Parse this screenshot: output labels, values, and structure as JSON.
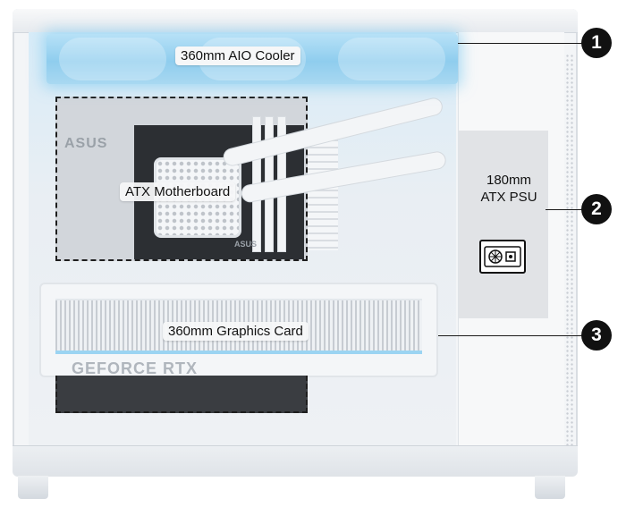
{
  "labels": {
    "aio_cooler": "360mm AIO Cooler",
    "motherboard": "ATX Motherboard",
    "psu": "180mm\nATX PSU",
    "graphics_card": "360mm Graphics Card"
  },
  "callouts": [
    "1",
    "2",
    "3"
  ],
  "printed_branding": {
    "board_brand": "ASUS",
    "gpu_brand": "GEFORCE RTX"
  },
  "icons": {
    "psu": "power-supply-icon"
  },
  "colors": {
    "background": "#ffffff",
    "case": "#f3f5f7",
    "cooler_glow": "#8fcdee",
    "label_bg": "#f6f7f8",
    "badge": "#111111",
    "dashed_outline": "#1e1e1e"
  }
}
